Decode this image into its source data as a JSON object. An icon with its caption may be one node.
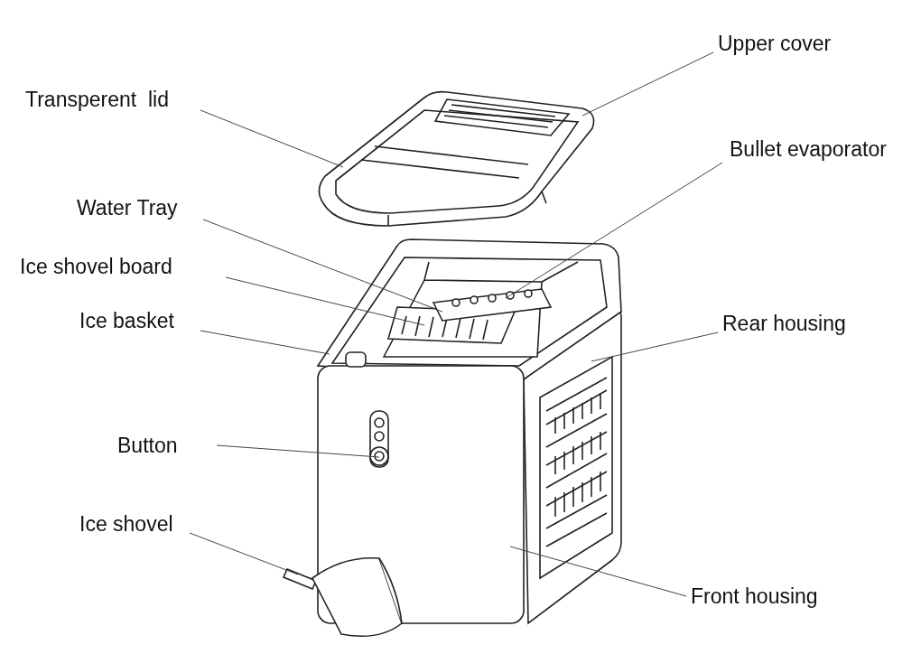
{
  "diagram": {
    "nodes": [
      {
        "text": [
          "Upper cover"
        ]
      },
      {
        "text": [
          "Transperent  lid"
        ]
      },
      {
        "text": [
          "Bullet evaporator"
        ]
      },
      {
        "text": [
          "Water Tray"
        ]
      },
      {
        "text": [
          "Ice shovel board"
        ]
      },
      {
        "text": [
          "Ice basket"
        ]
      },
      {
        "text": [
          "Rear housing"
        ]
      },
      {
        "text": [
          "Button"
        ]
      },
      {
        "text": [
          "Ice shovel"
        ]
      },
      {
        "text": [
          "Front housing"
        ]
      }
    ],
    "edges": [
      {
        "from": 0,
        "to": null,
        "arrow": "none"
      },
      {
        "from": 1,
        "to": null,
        "arrow": "none"
      },
      {
        "from": 2,
        "to": null,
        "arrow": "none"
      },
      {
        "from": 3,
        "to": null,
        "arrow": "none"
      },
      {
        "from": 4,
        "to": null,
        "arrow": "none"
      },
      {
        "from": 5,
        "to": null,
        "arrow": "none"
      },
      {
        "from": 6,
        "to": null,
        "arrow": "none"
      },
      {
        "from": 7,
        "to": null,
        "arrow": "none"
      },
      {
        "from": 8,
        "to": null,
        "arrow": "none"
      },
      {
        "from": 9,
        "to": null,
        "arrow": "none"
      }
    ]
  }
}
